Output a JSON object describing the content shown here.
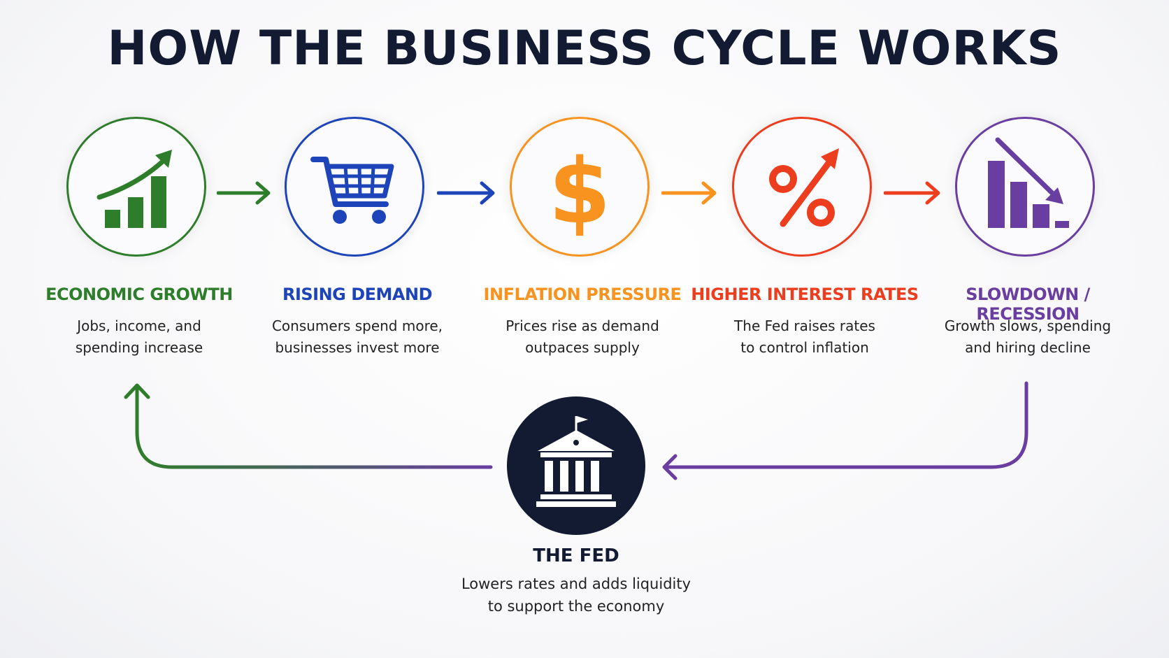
{
  "title": "HOW THE BUSINESS CYCLE WORKS",
  "stages": [
    {
      "title": "ECONOMIC GROWTH",
      "desc_line1": "Jobs, income, and",
      "desc_line2": "spending increase",
      "color": "#2e7d2a",
      "icon": "growth-chart-icon"
    },
    {
      "title": "RISING DEMAND",
      "desc_line1": "Consumers spend more,",
      "desc_line2": "businesses invest more",
      "color": "#1d44b8",
      "icon": "shopping-cart-icon"
    },
    {
      "title": "INFLATION PRESSURE",
      "desc_line1": "Prices rise as demand",
      "desc_line2": "outpaces supply",
      "color": "#f7931e",
      "icon": "dollar-sign-icon"
    },
    {
      "title": "HIGHER INTEREST RATES",
      "desc_line1": "The Fed raises rates",
      "desc_line2": "to control inflation",
      "color": "#ec3d1f",
      "icon": "percent-up-icon"
    },
    {
      "title": "SLOWDOWN / RECESSION",
      "desc_line1": "Growth slows, spending",
      "desc_line2": "and hiring decline",
      "color": "#6a3ea1",
      "icon": "declining-chart-icon"
    }
  ],
  "fed": {
    "title": "THE FED",
    "desc_line1": "Lowers rates and adds liquidity",
    "desc_line2": "to support the economy",
    "color": "#131b33",
    "icon": "bank-building-icon"
  }
}
